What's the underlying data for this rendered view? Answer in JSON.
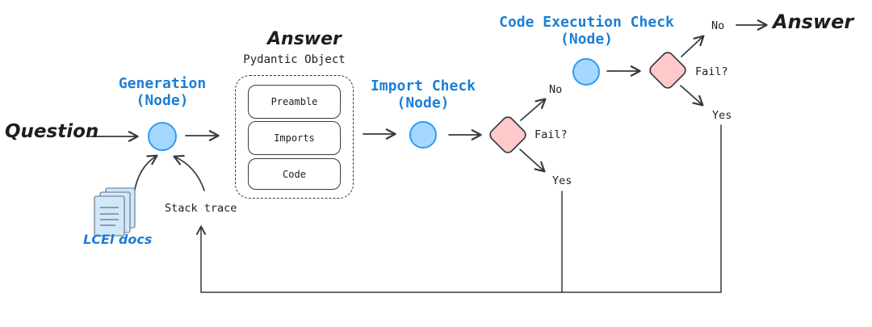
{
  "colors": {
    "node_fill": "#a5d8ff",
    "node_stroke": "#339af0",
    "diamond_fill": "#ffc9c9",
    "diamond_stroke": "#343a40",
    "line": "#343a40",
    "blue_text": "#1c7ed6",
    "dark_text": "#1e1e1e",
    "docs_fill": "#d0e8f9",
    "docs_stroke": "#5f7285"
  },
  "flow": {
    "question_label": "Question",
    "generation_node": {
      "title": "Generation",
      "subtitle": "(Node)"
    },
    "answer_object": {
      "title": "Answer",
      "subtitle": "Pydantic Object",
      "fields": [
        "Preamble",
        "Imports",
        "Code"
      ]
    },
    "import_check_node": {
      "title": "Import Check",
      "subtitle": "(Node)"
    },
    "import_decision": {
      "question": "Fail?",
      "no": "No",
      "yes": "Yes"
    },
    "code_execution_node": {
      "title": "Code Execution Check",
      "subtitle": "(Node)"
    },
    "execution_decision": {
      "question": "Fail?",
      "no": "No",
      "yes": "Yes"
    },
    "final_answer_label": "Answer",
    "stack_trace_label": "Stack trace",
    "docs_label": "LCEl docs"
  }
}
